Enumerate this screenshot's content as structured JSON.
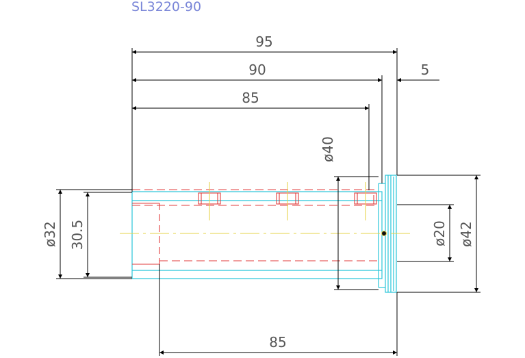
{
  "drawing": {
    "title": "SL3220-90",
    "dims": {
      "len_95": "95",
      "len_90": "90",
      "len_85_top": "85",
      "len_5": "5",
      "len_85_bottom": "85",
      "dia_40": "ø40",
      "dia_32": "ø32",
      "val_30_5": "30.5",
      "dia_20": "ø20",
      "dia_42": "ø42"
    },
    "colors": {
      "body_outline": "#27c5d9",
      "hidden_lines": "#e23b3b",
      "center_lines": "#e6d34a",
      "dimension_lines": "#000000",
      "dimension_text": "#555555",
      "title": "#7a86d8"
    }
  }
}
